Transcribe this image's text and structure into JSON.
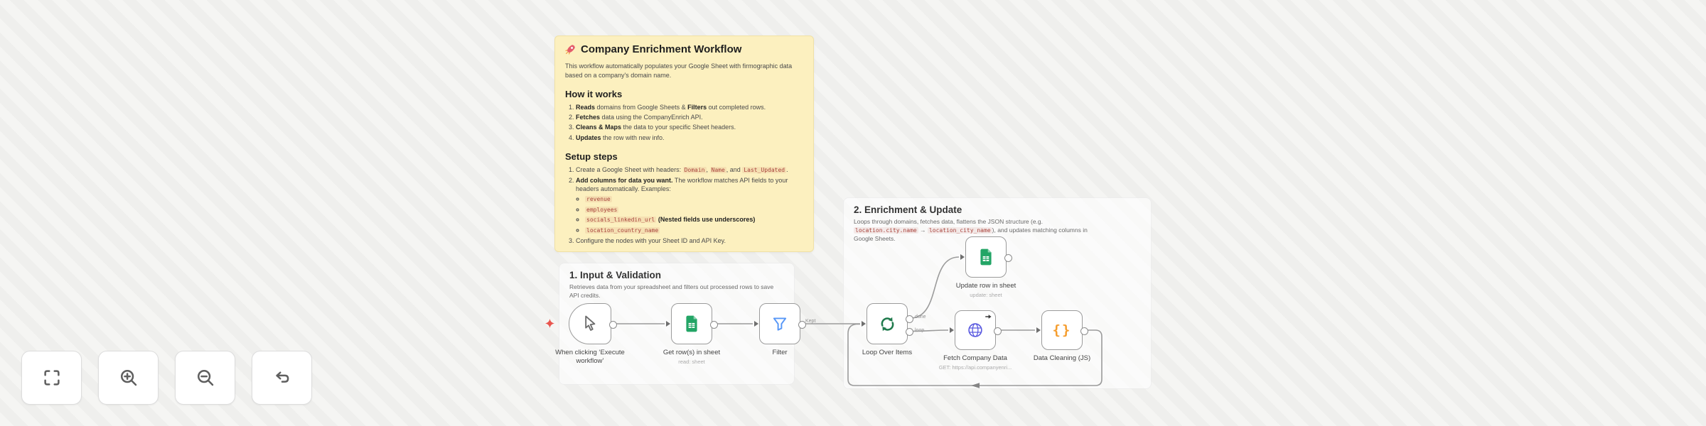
{
  "sticky": {
    "title_icon": "rocket-icon",
    "title": "Company Enrichment Workflow",
    "intro": "This workflow automatically populates your Google Sheet with firmographic data based on a company's domain name.",
    "how": {
      "heading": "How it works",
      "items": [
        {
          "b1": "Reads",
          "t1": " domains from Google Sheets & ",
          "b2": "Filters",
          "t2": " out completed rows."
        },
        {
          "b1": "Fetches",
          "t1": " data using the CompanyEnrich API.",
          "b2": "",
          "t2": ""
        },
        {
          "b1": "Cleans & Maps",
          "t1": " the data to your specific Sheet headers.",
          "b2": "",
          "t2": ""
        },
        {
          "b1": "Updates",
          "t1": " the row with new info.",
          "b2": "",
          "t2": ""
        }
      ]
    },
    "setup": {
      "heading": "Setup steps",
      "step1": {
        "t1": "Create a Google Sheet with headers: ",
        "c1": "Domain",
        "t2": ", ",
        "c2": "Name",
        "t3": ", and ",
        "c3": "Last_Updated",
        "t4": "."
      },
      "step2": {
        "b": "Add columns for data you want.",
        "t": " The workflow matches API fields to your headers automatically. Examples:"
      },
      "step2_examples": [
        {
          "code": "revenue",
          "note": ""
        },
        {
          "code": "employees",
          "note": ""
        },
        {
          "code": "socials_linkedin_url",
          "note": " (Nested fields use underscores)"
        },
        {
          "code": "location_country_name",
          "note": ""
        }
      ],
      "step3": "Configure the nodes with your Sheet ID and API Key."
    }
  },
  "sections": {
    "input": {
      "title": "1. Input & Validation",
      "desc": "Retrieves data from your spreadsheet and filters out processed rows to save API credits."
    },
    "enrichment": {
      "title": "2. Enrichment & Update",
      "d1": "Loops through domains, fetches data, flattens the JSON structure (e.g. ",
      "c1": "location.city.name",
      "d2": " → ",
      "c2": "location_city_name",
      "d3": "), and updates matching columns in Google Sheets."
    }
  },
  "nodes": {
    "trigger": {
      "label": "When clicking ‘Execute workflow’",
      "icon": "mouse-cursor-icon"
    },
    "sheets_read": {
      "label": "Get row(s) in sheet",
      "subtitle": "read: sheet",
      "icon": "google-sheets-icon"
    },
    "filter": {
      "label": "Filter",
      "icon": "filter-funnel-icon",
      "output_label": "Kept"
    },
    "loop": {
      "label": "Loop Over Items",
      "icon": "loop-refresh-icon",
      "output_top_label": "done",
      "output_bottom_label": "loop"
    },
    "sheets_update": {
      "label": "Update row in sheet",
      "subtitle": "update: sheet",
      "icon": "google-sheets-icon"
    },
    "http": {
      "label": "Fetch Company Data",
      "subtitle": "GET: https://api.companyenri...",
      "icon": "globe-icon",
      "badge_icon": "arrow-badge-icon",
      "icon_glyph": ""
    },
    "code": {
      "label": "Data Cleaning (JS)",
      "icon": "code-braces-icon",
      "icon_glyph": "{}"
    }
  },
  "toolbar": {
    "buttons": [
      "zoom-to-fit",
      "zoom-in",
      "zoom-out",
      "reset-zoom"
    ]
  },
  "colors": {
    "sticky_yellow": "#fcf0bf",
    "sheets_green": "#23a566",
    "filter_blue": "#5797f7",
    "loop_green": "#1f7a4c",
    "http_indigo": "#5b5be0",
    "code_orange": "#f59d2e",
    "trigger_star_red": "#e8554e",
    "inline_code_red": "#a8433c"
  }
}
